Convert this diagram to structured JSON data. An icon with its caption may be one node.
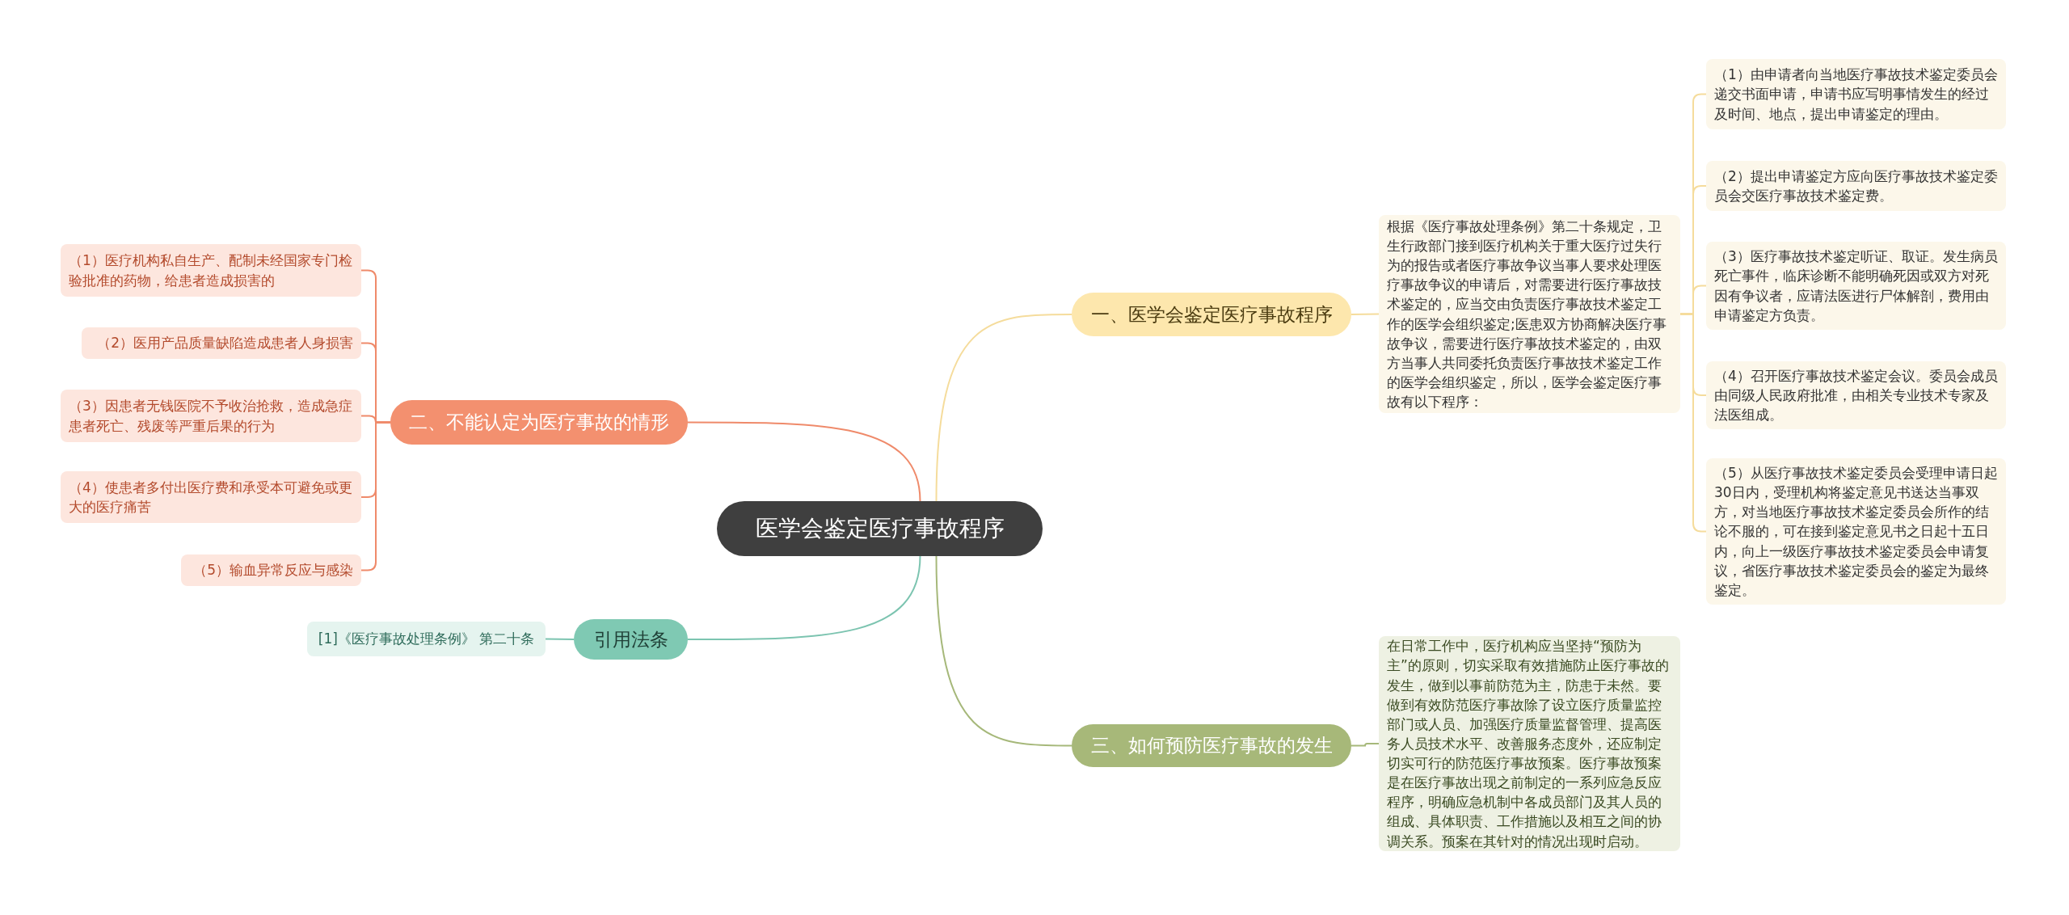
{
  "diagram": {
    "nodes": [
      {
        "text": [
          "医学会鉴定医疗事故程序"
        ]
      },
      {
        "text": [
          "一、医学会鉴定医疗事故程序"
        ]
      },
      {
        "text": [
          "根据《医疗事故处理条例》第二十条规定，卫生行政部门接到医疗机构关于重大医疗过失行为的报告或者医疗事故争议当事人要求处理医疗事故争议的申请后，对需要进行医疗事故技术鉴定的，应当交由负责医疗事故技术鉴定工作的医学会组织鉴定;医患双方协商解决医疗事故争议，需要进行医疗事故技术鉴定的，由双方当事人共同委托负责医疗事故技术鉴定工作的医学会组织鉴定，所以，医学会鉴定医疗事故有以下程序："
        ]
      },
      {
        "text": [
          "（1）由申请者向当地医疗事故技术鉴定委员会递交书面申请，申请书应写明事情发生的经过及时间、地点，提出申请鉴定的理由。"
        ]
      },
      {
        "text": [
          "（2）提出申请鉴定方应向医疗事故技术鉴定委员会交医疗事故技术鉴定费。"
        ]
      },
      {
        "text": [
          "（3）医疗事故技术鉴定听证、取证。发生病员死亡事件，临床诊断不能明确死因或双方对死因有争议者，应请法医进行尸体解剖，费用由申请鉴定方负责。"
        ]
      },
      {
        "text": [
          "（4）召开医疗事故技术鉴定会议。委员会成员由同级人民政府批准，由相关专业技术专家及法医组成。"
        ]
      },
      {
        "text": [
          "（5）从医疗事故技术鉴定委员会受理申请日起30日内，受理机构将鉴定意见书送达当事双方，对当地医疗事故技术鉴定委员会所作的结论不服的，可在接到鉴定意见书之日起十五日内，向上一级医疗事故技术鉴定委员会申请复议，省医疗事故技术鉴定委员会的鉴定为最终鉴定。"
        ]
      },
      {
        "text": [
          "二、不能认定为医疗事故的情形"
        ]
      },
      {
        "text": [
          "（1）医疗机构私自生产、配制未经国家专门检验批准的药物，给患者造成损害的"
        ]
      },
      {
        "text": [
          "（2）医用产品质量缺陷造成患者人身损害"
        ]
      },
      {
        "text": [
          "（3）因患者无钱医院不予收治抢救，造成急症患者死亡、残废等严重后果的行为"
        ]
      },
      {
        "text": [
          "（4）使患者多付出医疗费和承受本可避免或更大的医疗痛苦"
        ]
      },
      {
        "text": [
          "（5）输血异常反应与感染"
        ]
      },
      {
        "text": [
          "引用法条"
        ]
      },
      {
        "text": [
          "[1]《医疗事故处理条例》 第二十条"
        ]
      },
      {
        "text": [
          "三、如何预防医疗事故的发生"
        ]
      },
      {
        "text": [
          "在日常工作中，医疗机构应当坚持“预防为主”的原则，切实采取有效措施防止医疗事故的发生，做到以事前防范为主，防患于未然。要做到有效防范医疗事故除了设立医疗质量监控部门或人员、加强医疗质量监督管理、提高医务人员技术水平、改善服务态度外，还应制定切实可行的防范医疗事故预案。医疗事故预案是在医疗事故出现之前制定的一系列应急反应程序，明确应急机制中各成员部门及其人员的组成、具体职责、工作措施以及相互之间的协调关系。预案在其针对的情况出现时启动。"
        ]
      }
    ],
    "edges": [
      {
        "from": 0,
        "to": 1,
        "arrow": "none",
        "color": "#f5dc9c"
      },
      {
        "from": 1,
        "to": 2,
        "arrow": "none",
        "color": "#f5dc9c"
      },
      {
        "from": 2,
        "to": 3,
        "arrow": "none",
        "color": "#f5dc9c"
      },
      {
        "from": 2,
        "to": 4,
        "arrow": "none",
        "color": "#f5dc9c"
      },
      {
        "from": 2,
        "to": 5,
        "arrow": "none",
        "color": "#f5dc9c"
      },
      {
        "from": 2,
        "to": 6,
        "arrow": "none",
        "color": "#f5dc9c"
      },
      {
        "from": 2,
        "to": 7,
        "arrow": "none",
        "color": "#f5dc9c"
      },
      {
        "from": 0,
        "to": 8,
        "arrow": "none",
        "color": "#ef8a6a"
      },
      {
        "from": 8,
        "to": 9,
        "arrow": "none",
        "color": "#ef8a6a"
      },
      {
        "from": 8,
        "to": 10,
        "arrow": "none",
        "color": "#ef8a6a"
      },
      {
        "from": 8,
        "to": 11,
        "arrow": "none",
        "color": "#ef8a6a"
      },
      {
        "from": 8,
        "to": 12,
        "arrow": "none",
        "color": "#ef8a6a"
      },
      {
        "from": 8,
        "to": 13,
        "arrow": "none",
        "color": "#ef8a6a"
      },
      {
        "from": 0,
        "to": 14,
        "arrow": "none",
        "color": "#7cc4b0"
      },
      {
        "from": 14,
        "to": 15,
        "arrow": "none",
        "color": "#7cc4b0"
      },
      {
        "from": 0,
        "to": 16,
        "arrow": "none",
        "color": "#a6b87a"
      },
      {
        "from": 16,
        "to": 17,
        "arrow": "none",
        "color": "#a6b87a"
      }
    ]
  }
}
